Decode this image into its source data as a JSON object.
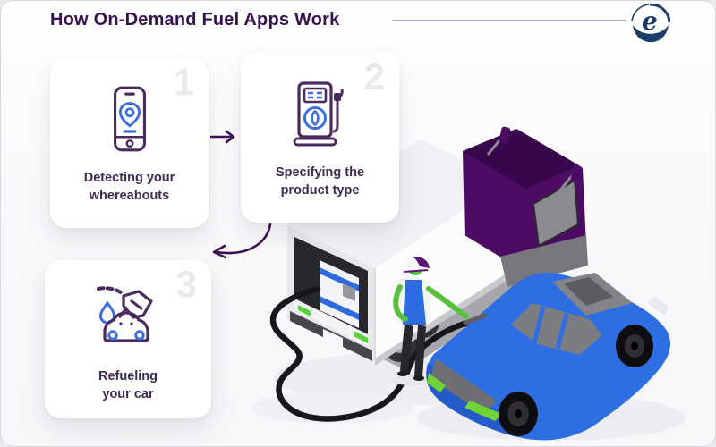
{
  "header": {
    "title": "How On-Demand Fuel Apps Work"
  },
  "logo": {
    "letter": "e",
    "color": "#1c3e66"
  },
  "steps": [
    {
      "number": "1",
      "label": [
        "Detecting your",
        "whereabouts"
      ],
      "icon": "smartphone-location-icon"
    },
    {
      "number": "2",
      "label": [
        "Specifying the",
        "product type"
      ],
      "icon": "fuel-pump-icon"
    },
    {
      "number": "3",
      "label": [
        "Refueling",
        "your car"
      ],
      "icon": "fuel-nozzle-car-icon"
    }
  ],
  "illustration": {
    "alt": "Isometric fuel delivery truck with a worker refueling a blue car through a black hose",
    "truck_cab_color": "#4c0c64",
    "truck_box_color": "#f6f6f8",
    "car_color": "#2e6ee3",
    "accent_green": "#56d23a",
    "hose_color": "#17171b",
    "worker_skin_color": "#57c13b"
  },
  "colors": {
    "title": "#3a1150",
    "step_number": "#eae7ed",
    "step_label": "#3e2b52",
    "icon_purple": "#4b2a5e",
    "icon_blue": "#3b6fe0",
    "divider": "#93a2cc",
    "arrow": "#3a1150"
  }
}
